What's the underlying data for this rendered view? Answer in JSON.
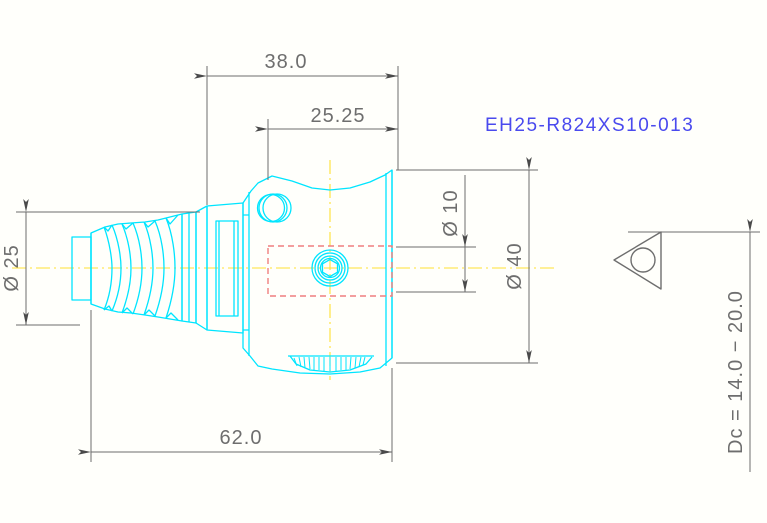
{
  "drawing": {
    "title": "Tool holder technical drawing",
    "background_color": "#fffffb",
    "part_number": "EH25-R824XS10-013",
    "part_number_color": "#4a4aee",
    "body_color": "#00e5ff",
    "dimension_color": "#6e6e6e",
    "centerline_color": "#ffff33",
    "hidden_line_color": "#ef7f7f"
  },
  "dimensions": {
    "length_overall": "62.0",
    "length_head": "38.0",
    "length_to_screw": "25.25",
    "diameter_shank": "Ø 25",
    "diameter_head": "Ø 40",
    "diameter_bore": "Ø 10",
    "cutting_diameter_range": "Dc = 14.0 − 20.0"
  },
  "insert_symbol": {
    "name": "triangular-insert",
    "description": "triangle with center hole"
  }
}
